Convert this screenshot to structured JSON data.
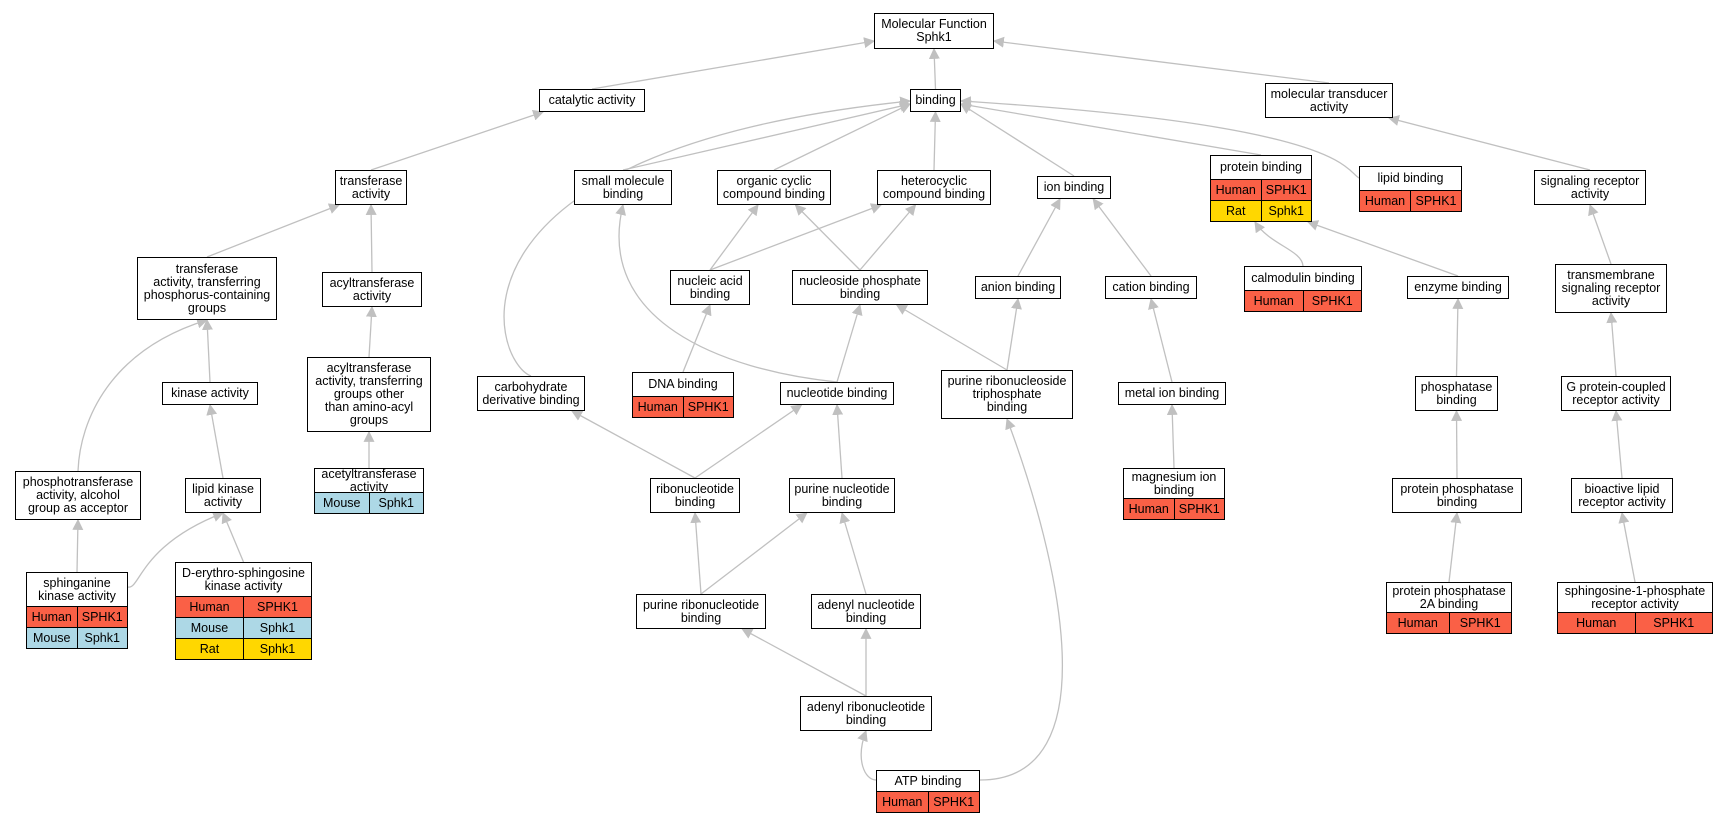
{
  "colors": {
    "edge": "#c0c0c0",
    "node_border": "#000000",
    "Human": "#fa6046",
    "Mouse": "#add8e6",
    "Rat": "#ffd700"
  },
  "nodes": {
    "mf": {
      "label": "Molecular Function\nSphk1"
    },
    "catalytic": {
      "label": "catalytic activity"
    },
    "binding": {
      "label": "binding"
    },
    "transducer": {
      "label": "molecular transducer\nactivity"
    },
    "transferase": {
      "label": "transferase\nactivity"
    },
    "smallmol": {
      "label": "small molecule\nbinding"
    },
    "orgcyclic": {
      "label": "organic cyclic\ncompound binding"
    },
    "heterocyclic": {
      "label": "heterocyclic\ncompound binding"
    },
    "ion": {
      "label": "ion binding"
    },
    "protein": {
      "label": "protein binding",
      "ann": [
        [
          "Human",
          "SPHK1"
        ],
        [
          "Rat",
          "Sphk1"
        ]
      ]
    },
    "lipid": {
      "label": "lipid binding",
      "ann": [
        [
          "Human",
          "SPHK1"
        ]
      ]
    },
    "sigrec": {
      "label": "signaling receptor\nactivity"
    },
    "tphos": {
      "label": "transferase\nactivity, transferring\nphosphorus-containing\ngroups"
    },
    "acyl": {
      "label": "acyltransferase\nactivity"
    },
    "nucacid": {
      "label": "nucleic acid\nbinding"
    },
    "nucphos": {
      "label": "nucleoside phosphate\nbinding"
    },
    "anion": {
      "label": "anion binding"
    },
    "cation": {
      "label": "cation binding"
    },
    "calmod": {
      "label": "calmodulin binding",
      "ann": [
        [
          "Human",
          "SPHK1"
        ]
      ]
    },
    "enzyme": {
      "label": "enzyme binding"
    },
    "tmsig": {
      "label": "transmembrane\nsignaling receptor\nactivity"
    },
    "kinase": {
      "label": "kinase activity"
    },
    "acylother": {
      "label": "acyltransferase\nactivity, transferring\ngroups other\nthan amino-acyl\ngroups"
    },
    "carb": {
      "label": "carbohydrate\nderivative binding"
    },
    "dna": {
      "label": "DNA binding",
      "ann": [
        [
          "Human",
          "SPHK1"
        ]
      ]
    },
    "nucleotide": {
      "label": "nucleotide binding"
    },
    "prnts": {
      "label": "purine ribonucleoside\ntriphosphate\nbinding"
    },
    "metal": {
      "label": "metal ion binding"
    },
    "phosphatase": {
      "label": "phosphatase\nbinding"
    },
    "gpcr": {
      "label": "G protein-coupled\nreceptor activity"
    },
    "phosphotrans": {
      "label": "phosphotransferase\nactivity, alcohol\ngroup as acceptor"
    },
    "lipkin": {
      "label": "lipid kinase\nactivity"
    },
    "acetyl": {
      "label": "acetyltransferase\nactivity",
      "ann": [
        [
          "Mouse",
          "Sphk1"
        ]
      ]
    },
    "ribonuc": {
      "label": "ribonucleotide\nbinding"
    },
    "purnuc": {
      "label": "purine nucleotide\nbinding"
    },
    "magnesium": {
      "label": "magnesium ion\nbinding",
      "ann": [
        [
          "Human",
          "SPHK1"
        ]
      ]
    },
    "protphos": {
      "label": "protein phosphatase\nbinding"
    },
    "biolipid": {
      "label": "bioactive lipid\nreceptor activity"
    },
    "sphinganine": {
      "label": "sphinganine\nkinase activity",
      "ann": [
        [
          "Human",
          "SPHK1"
        ],
        [
          "Mouse",
          "Sphk1"
        ]
      ]
    },
    "derythro": {
      "label": "D-erythro-sphingosine\nkinase activity",
      "ann": [
        [
          "Human",
          "SPHK1"
        ],
        [
          "Mouse",
          "Sphk1"
        ],
        [
          "Rat",
          "Sphk1"
        ]
      ]
    },
    "purribo": {
      "label": "purine ribonucleotide\nbinding"
    },
    "adenyl": {
      "label": "adenyl nucleotide\nbinding"
    },
    "pp2a": {
      "label": "protein phosphatase\n2A binding",
      "ann": [
        [
          "Human",
          "SPHK1"
        ]
      ]
    },
    "s1p": {
      "label": "sphingosine-1-phosphate\nreceptor activity",
      "ann": [
        [
          "Human",
          "SPHK1"
        ]
      ]
    },
    "adenylribo": {
      "label": "adenyl ribonucleotide\nbinding"
    },
    "atp": {
      "label": "ATP binding",
      "ann": [
        [
          "Human",
          "SPHK1"
        ]
      ]
    }
  },
  "edges": [
    [
      "catalytic",
      "mf"
    ],
    [
      "binding",
      "mf"
    ],
    [
      "transducer",
      "mf"
    ],
    [
      "transferase",
      "catalytic"
    ],
    [
      "smallmol",
      "binding"
    ],
    [
      "orgcyclic",
      "binding"
    ],
    [
      "heterocyclic",
      "binding"
    ],
    [
      "ion",
      "binding"
    ],
    [
      "protein",
      "binding"
    ],
    [
      "lipid",
      "binding"
    ],
    [
      "carb",
      "binding"
    ],
    [
      "sigrec",
      "transducer"
    ],
    [
      "tphos",
      "transferase"
    ],
    [
      "acyl",
      "transferase"
    ],
    [
      "nucacid",
      "orgcyclic"
    ],
    [
      "nucacid",
      "heterocyclic"
    ],
    [
      "nucphos",
      "orgcyclic"
    ],
    [
      "nucphos",
      "heterocyclic"
    ],
    [
      "anion",
      "ion"
    ],
    [
      "cation",
      "ion"
    ],
    [
      "calmod",
      "protein"
    ],
    [
      "enzyme",
      "protein"
    ],
    [
      "tmsig",
      "sigrec"
    ],
    [
      "kinase",
      "tphos"
    ],
    [
      "phosphotrans",
      "tphos"
    ],
    [
      "acylother",
      "acyl"
    ],
    [
      "acetyl",
      "acylother"
    ],
    [
      "dna",
      "nucacid"
    ],
    [
      "nucleotide",
      "smallmol"
    ],
    [
      "nucleotide",
      "nucphos"
    ],
    [
      "prnts",
      "nucphos"
    ],
    [
      "prnts",
      "anion"
    ],
    [
      "metal",
      "cation"
    ],
    [
      "magnesium",
      "metal"
    ],
    [
      "phosphatase",
      "enzyme"
    ],
    [
      "protphos",
      "phosphatase"
    ],
    [
      "pp2a",
      "protphos"
    ],
    [
      "gpcr",
      "tmsig"
    ],
    [
      "biolipid",
      "gpcr"
    ],
    [
      "s1p",
      "biolipid"
    ],
    [
      "lipkin",
      "kinase"
    ],
    [
      "sphinganine",
      "phosphotrans"
    ],
    [
      "sphinganine",
      "lipkin"
    ],
    [
      "derythro",
      "lipkin"
    ],
    [
      "ribonuc",
      "carb"
    ],
    [
      "ribonuc",
      "nucleotide"
    ],
    [
      "purnuc",
      "nucleotide"
    ],
    [
      "purribo",
      "ribonuc"
    ],
    [
      "purribo",
      "purnuc"
    ],
    [
      "adenyl",
      "purnuc"
    ],
    [
      "adenylribo",
      "purribo"
    ],
    [
      "adenylribo",
      "adenyl"
    ],
    [
      "atp",
      "adenylribo"
    ],
    [
      "atp",
      "prnts"
    ]
  ]
}
